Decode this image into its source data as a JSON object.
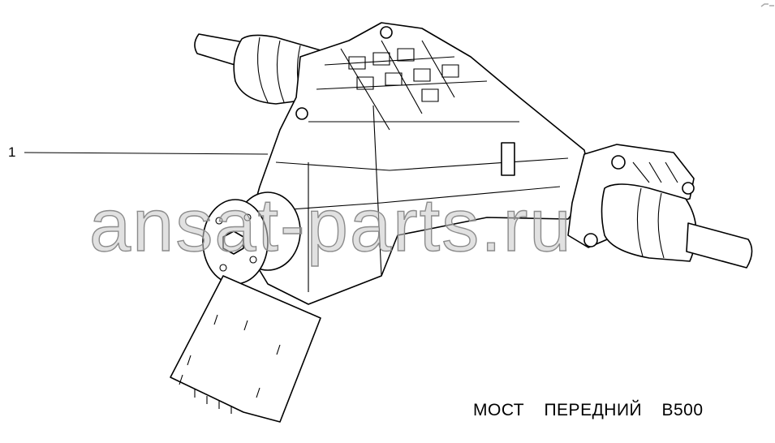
{
  "diagram": {
    "callouts": [
      {
        "number": "1"
      }
    ],
    "caption": "МОСТ ПЕРЕДНИЙ В500",
    "watermark": "ansat-parts.ru"
  }
}
